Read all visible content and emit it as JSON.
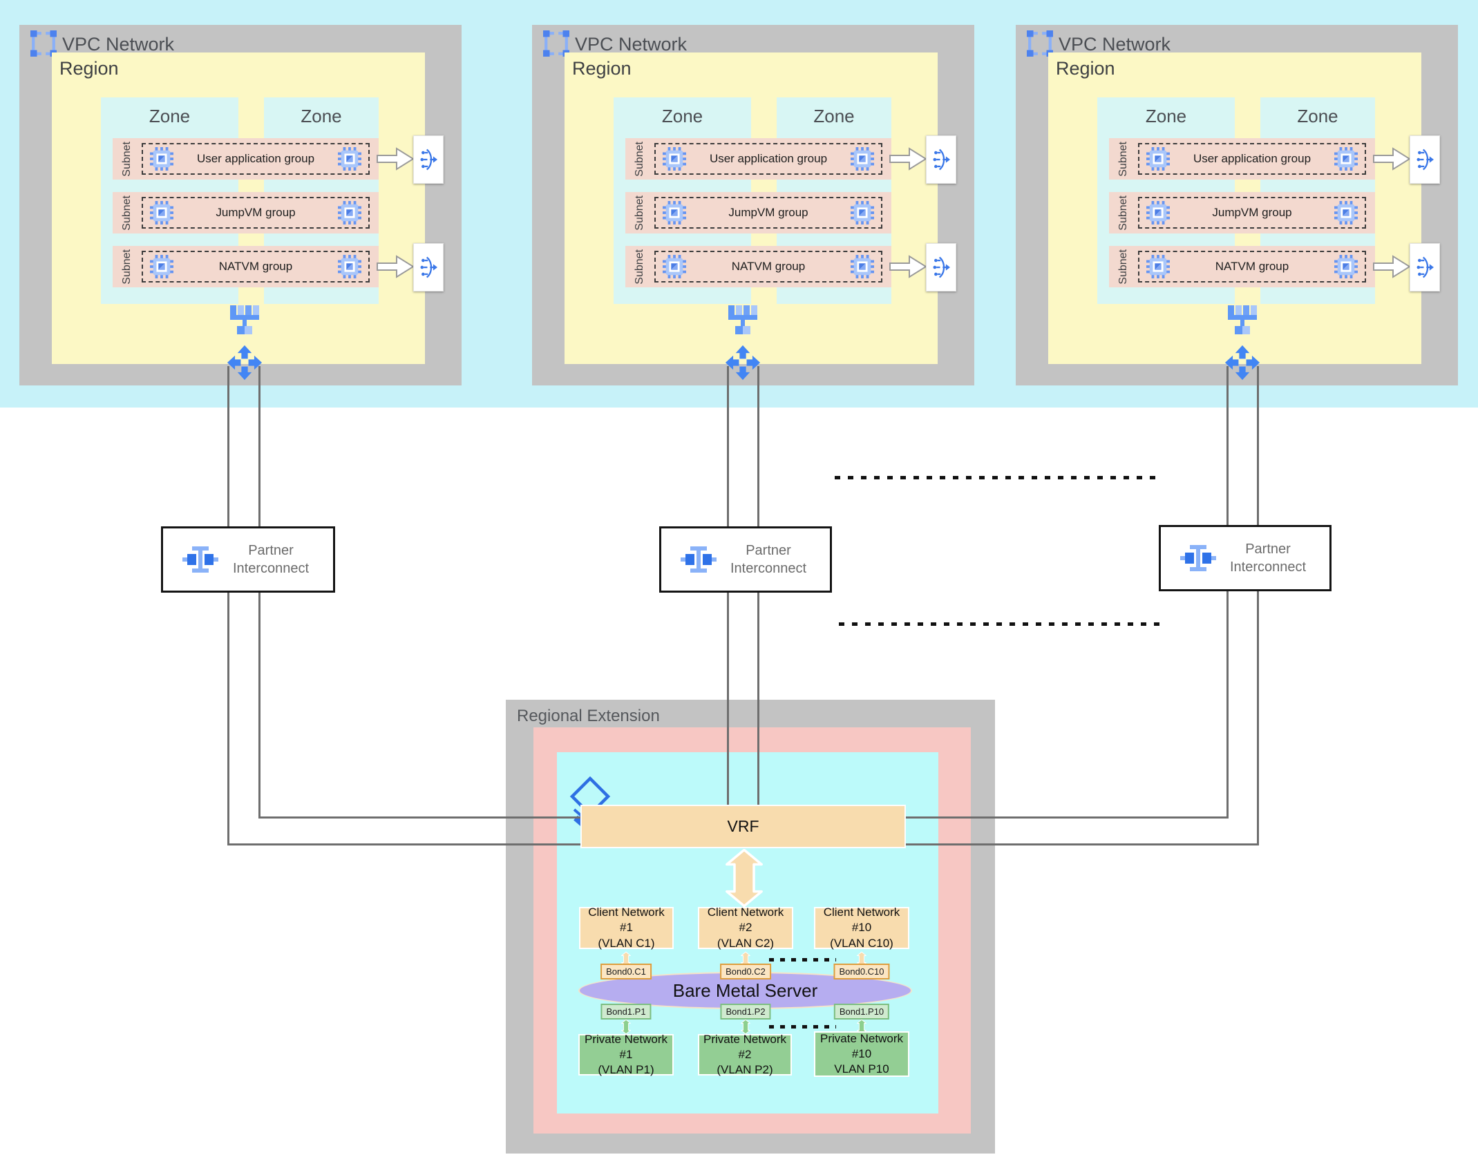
{
  "colors": {
    "cloud_band": "#c7f2f9",
    "vpc_box_gray": "#c3c3c3",
    "region_yellow": "#fcf8c5",
    "zone_cyan": "#d8f6f4",
    "subnet_salmon": "#f3d9cf",
    "regional_pink": "#f7c7c3",
    "regional_cyan": "#bcfafa",
    "vrf_peach": "#f8dcae",
    "server_purple": "#b6adf0",
    "private_green": "#93ce94",
    "google_blue": "#4285f4",
    "line_gray": "#6e6e6e"
  },
  "vpc_networks": [
    {
      "title": "VPC Network",
      "region": {
        "label": "Region",
        "zones": [
          {
            "label": "Zone"
          },
          {
            "label": "Zone"
          }
        ],
        "subnets": [
          {
            "label": "Subnet",
            "group": "User application group"
          },
          {
            "label": "Subnet",
            "group": "JumpVM group"
          },
          {
            "label": "Subnet",
            "group": "NATVM group"
          }
        ]
      }
    },
    {
      "title": "VPC Network",
      "region": {
        "label": "Region",
        "zones": [
          {
            "label": "Zone"
          },
          {
            "label": "Zone"
          }
        ],
        "subnets": [
          {
            "label": "Subnet",
            "group": "User application group"
          },
          {
            "label": "Subnet",
            "group": "JumpVM group"
          },
          {
            "label": "Subnet",
            "group": "NATVM group"
          }
        ]
      }
    },
    {
      "title": "VPC Network",
      "region": {
        "label": "Region",
        "zones": [
          {
            "label": "Zone"
          },
          {
            "label": "Zone"
          }
        ],
        "subnets": [
          {
            "label": "Subnet",
            "group": "User application group"
          },
          {
            "label": "Subnet",
            "group": "JumpVM group"
          },
          {
            "label": "Subnet",
            "group": "NATVM group"
          }
        ]
      }
    }
  ],
  "interconnects": [
    {
      "label": "Partner Interconnect"
    },
    {
      "label": "Partner Interconnect"
    },
    {
      "label": "Partner Interconnect"
    }
  ],
  "regional_extension": {
    "title": "Regional Extension",
    "vrf_label": "VRF",
    "server_label": "Bare Metal Server",
    "client_networks": [
      {
        "name": "Client Network #1",
        "vlan": "(VLAN C1)",
        "bond": "Bond0.C1"
      },
      {
        "name": "Client Network #2",
        "vlan": "(VLAN C2)",
        "bond": "Bond0.C2"
      },
      {
        "name": "Client Network #10",
        "vlan": "(VLAN C10)",
        "bond": "Bond0.C10"
      }
    ],
    "private_networks": [
      {
        "name": "Private Network #1",
        "vlan": "(VLAN P1)",
        "bond": "Bond1.P1"
      },
      {
        "name": "Private Network #2",
        "vlan": "(VLAN P2)",
        "bond": "Bond1.P2"
      },
      {
        "name": "Private Network #10",
        "vlan": "VLAN P10",
        "bond": "Bond1.P10"
      }
    ]
  }
}
